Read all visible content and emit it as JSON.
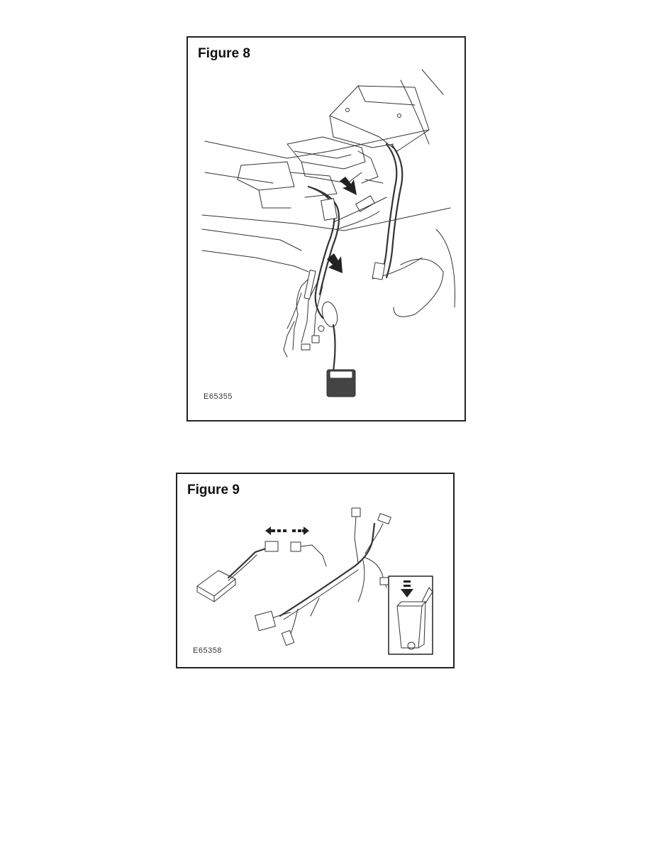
{
  "figures": [
    {
      "title": "Figure 8",
      "code": "E65355",
      "illustration": "module wiring harness disconnect under headliner"
    },
    {
      "title": "Figure 9",
      "code": "E65358",
      "illustration": "harness connector separation and disposal"
    }
  ]
}
